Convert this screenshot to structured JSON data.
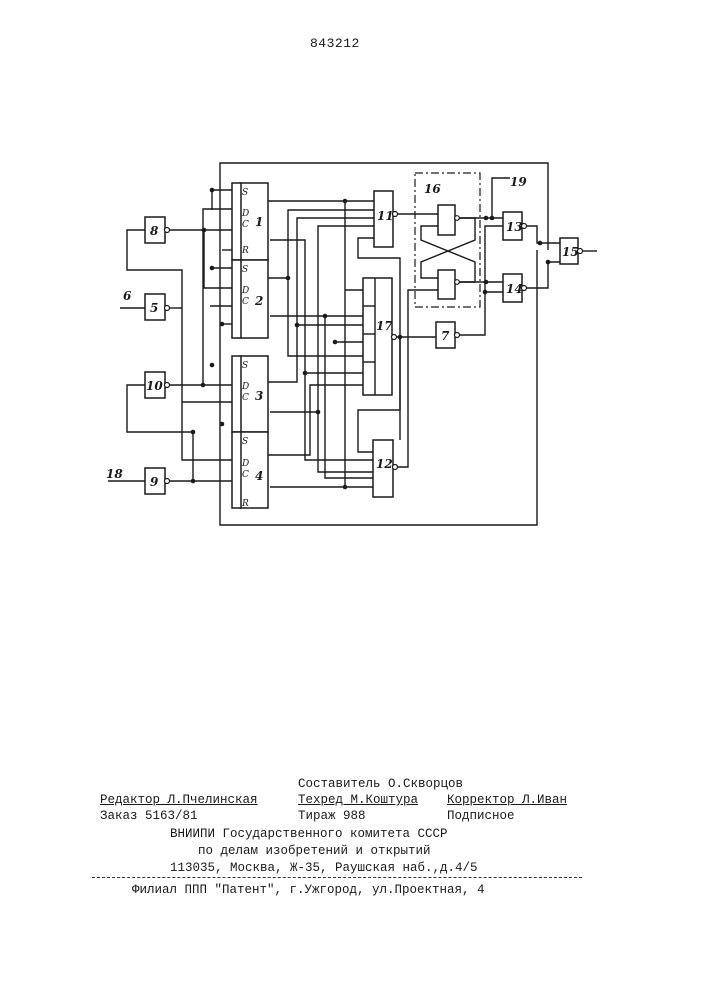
{
  "patent_number": "843212",
  "diagram": {
    "blocks": [
      {
        "id": "1",
        "label": "1"
      },
      {
        "id": "2",
        "label": "2"
      },
      {
        "id": "3",
        "label": "3"
      },
      {
        "id": "4",
        "label": "4"
      },
      {
        "id": "5",
        "label": "5"
      },
      {
        "id": "7",
        "label": "7"
      },
      {
        "id": "8",
        "label": "8"
      },
      {
        "id": "9",
        "label": "9"
      },
      {
        "id": "10",
        "label": "10"
      },
      {
        "id": "11",
        "label": "11"
      },
      {
        "id": "12",
        "label": "12"
      },
      {
        "id": "13",
        "label": "13"
      },
      {
        "id": "14",
        "label": "14"
      },
      {
        "id": "15",
        "label": "15"
      },
      {
        "id": "16",
        "label": "16"
      },
      {
        "id": "17",
        "label": "17"
      }
    ],
    "terminals": {
      "t6": "6",
      "t18": "18",
      "t19": "19"
    },
    "pins": {
      "s": "S",
      "d": "D",
      "c": "C",
      "r": "R"
    }
  },
  "colophon": {
    "compiler": "Составитель О.Скворцов",
    "editor": "Редактор Л.Пчелинская",
    "techred": "Техред М.Коштура",
    "corrector": "Корректор Л.Иван",
    "order": "Заказ 5163/81",
    "circulation": "Тираж 988",
    "subscription": "Подписное",
    "org_line1": "ВНИИПИ Государственного комитета СССР",
    "org_line2": "по делам изобретений и открытий",
    "address": "113035, Москва, Ж-35, Раушская наб.,д.4/5",
    "branch": "Филиал ППП \"Патент\", г.Ужгород, ул.Проектная, 4"
  }
}
